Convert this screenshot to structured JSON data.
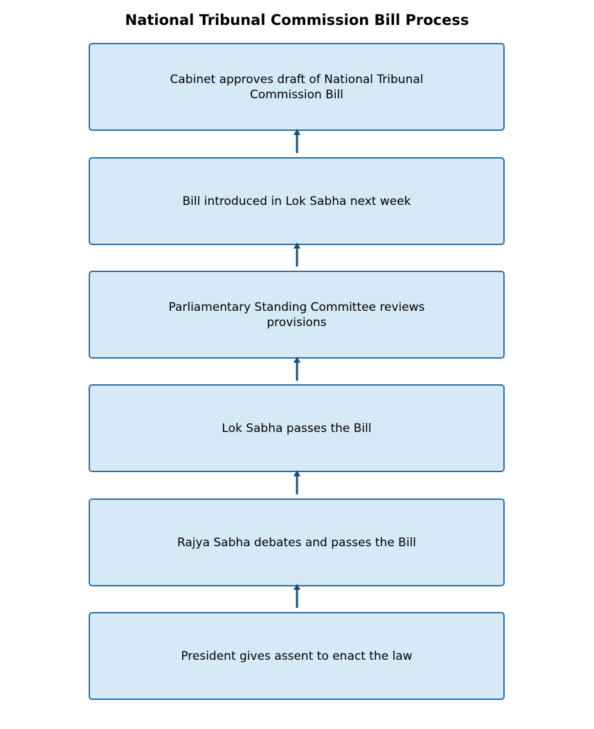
{
  "diagram": {
    "title": "National Tribunal Commission Bill Process",
    "steps": [
      {
        "text": "Cabinet approves draft of National Tribunal Commission Bill"
      },
      {
        "text": "Bill introduced in Lok Sabha next week"
      },
      {
        "text": "Parliamentary Standing Committee reviews provisions"
      },
      {
        "text": "Lok Sabha passes the Bill"
      },
      {
        "text": "Rajya Sabha debates and passes the Bill"
      },
      {
        "text": "President gives assent to enact the law"
      }
    ],
    "connector": "arrow-up-icon",
    "colors": {
      "box_fill": "#d6e9f7",
      "box_border": "#2c6fa3",
      "arrow": "#1b4f72"
    }
  }
}
